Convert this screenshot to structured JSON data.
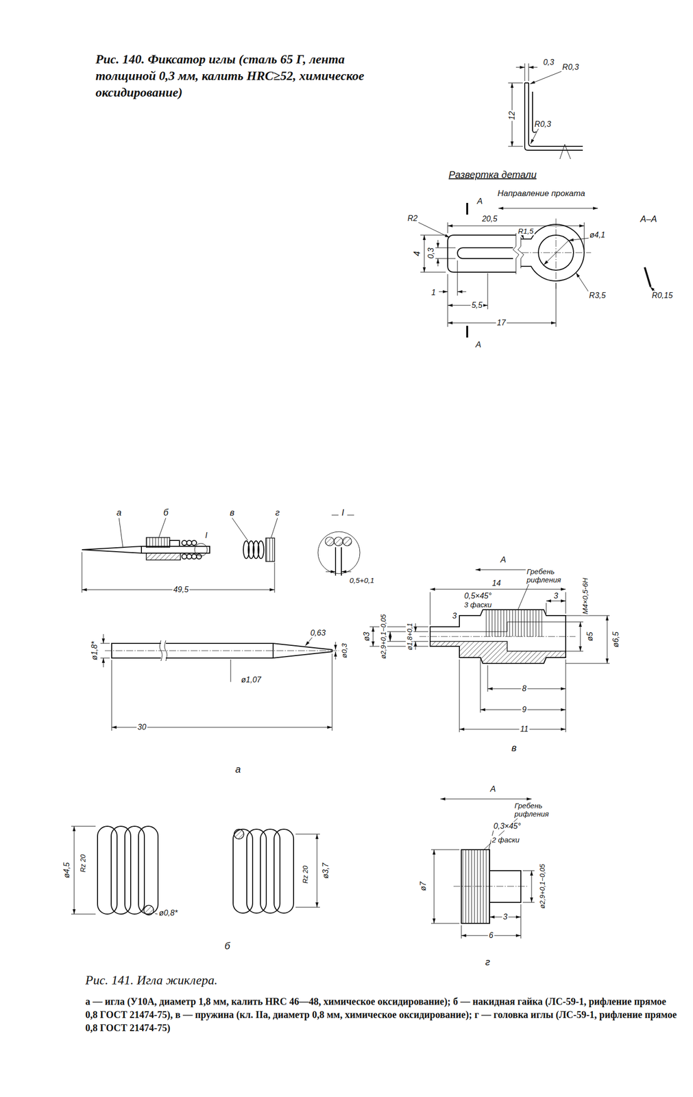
{
  "diagram": {
    "title": "Рис. 140. Фиксатор иглы (сталь 65 Г, лента толщиной 0,3 мм, калить HRC≥52, химическое оксидирование)",
    "caption": "Рис. 141. Игла жиклера.",
    "labels": [
      "0,3",
      "R0,3",
      "12",
      "R0,3",
      "Развертка детали",
      "Направление проката",
      "A",
      "20,5",
      "R1,5",
      "ø4,1",
      "R2",
      "4",
      "0,3",
      "1",
      "5,5",
      "17",
      "R3,5",
      "A",
      "A–A",
      "R0,15",
      "а",
      "б",
      "в",
      "г",
      "I",
      "I",
      "49,5",
      "0,5+0,1",
      "ø1,8*",
      "0,63",
      "ø0,3",
      "ø1,07",
      "30",
      "а",
      "A",
      "Гребень рифления",
      "14",
      "0,5×45°",
      "3 фаски",
      "3",
      "M4×0,5-6H",
      "ø3",
      "ø2,9+0,1−0,05",
      "ø1,8+0,1",
      "3",
      "ø5",
      "ø6,5",
      "8",
      "9",
      "11",
      "в",
      "ø4,5",
      "Rz 20",
      "ø0,8*",
      "Rz 20",
      "ø3,7",
      "б",
      "A",
      "Гребень рифления",
      "0,3×45°",
      "2 фаски",
      "ø7",
      "3",
      "6",
      "ø2,9+0,1−0,05",
      "г",
      "а — игла (У10А, диаметр 1,8 мм, калить HRC 46—48, химическое оксидирование); б — накидная гайка (ЛС-59-1, рифление прямое 0,8 ГОСТ 21474-75), в — пружина (кл. IIа, диаметр 0,8 мм, химическое оксидирование); г — головка иглы (ЛС-59-1, рифление прямое 0,8 ГОСТ 21474-75)"
    ]
  }
}
